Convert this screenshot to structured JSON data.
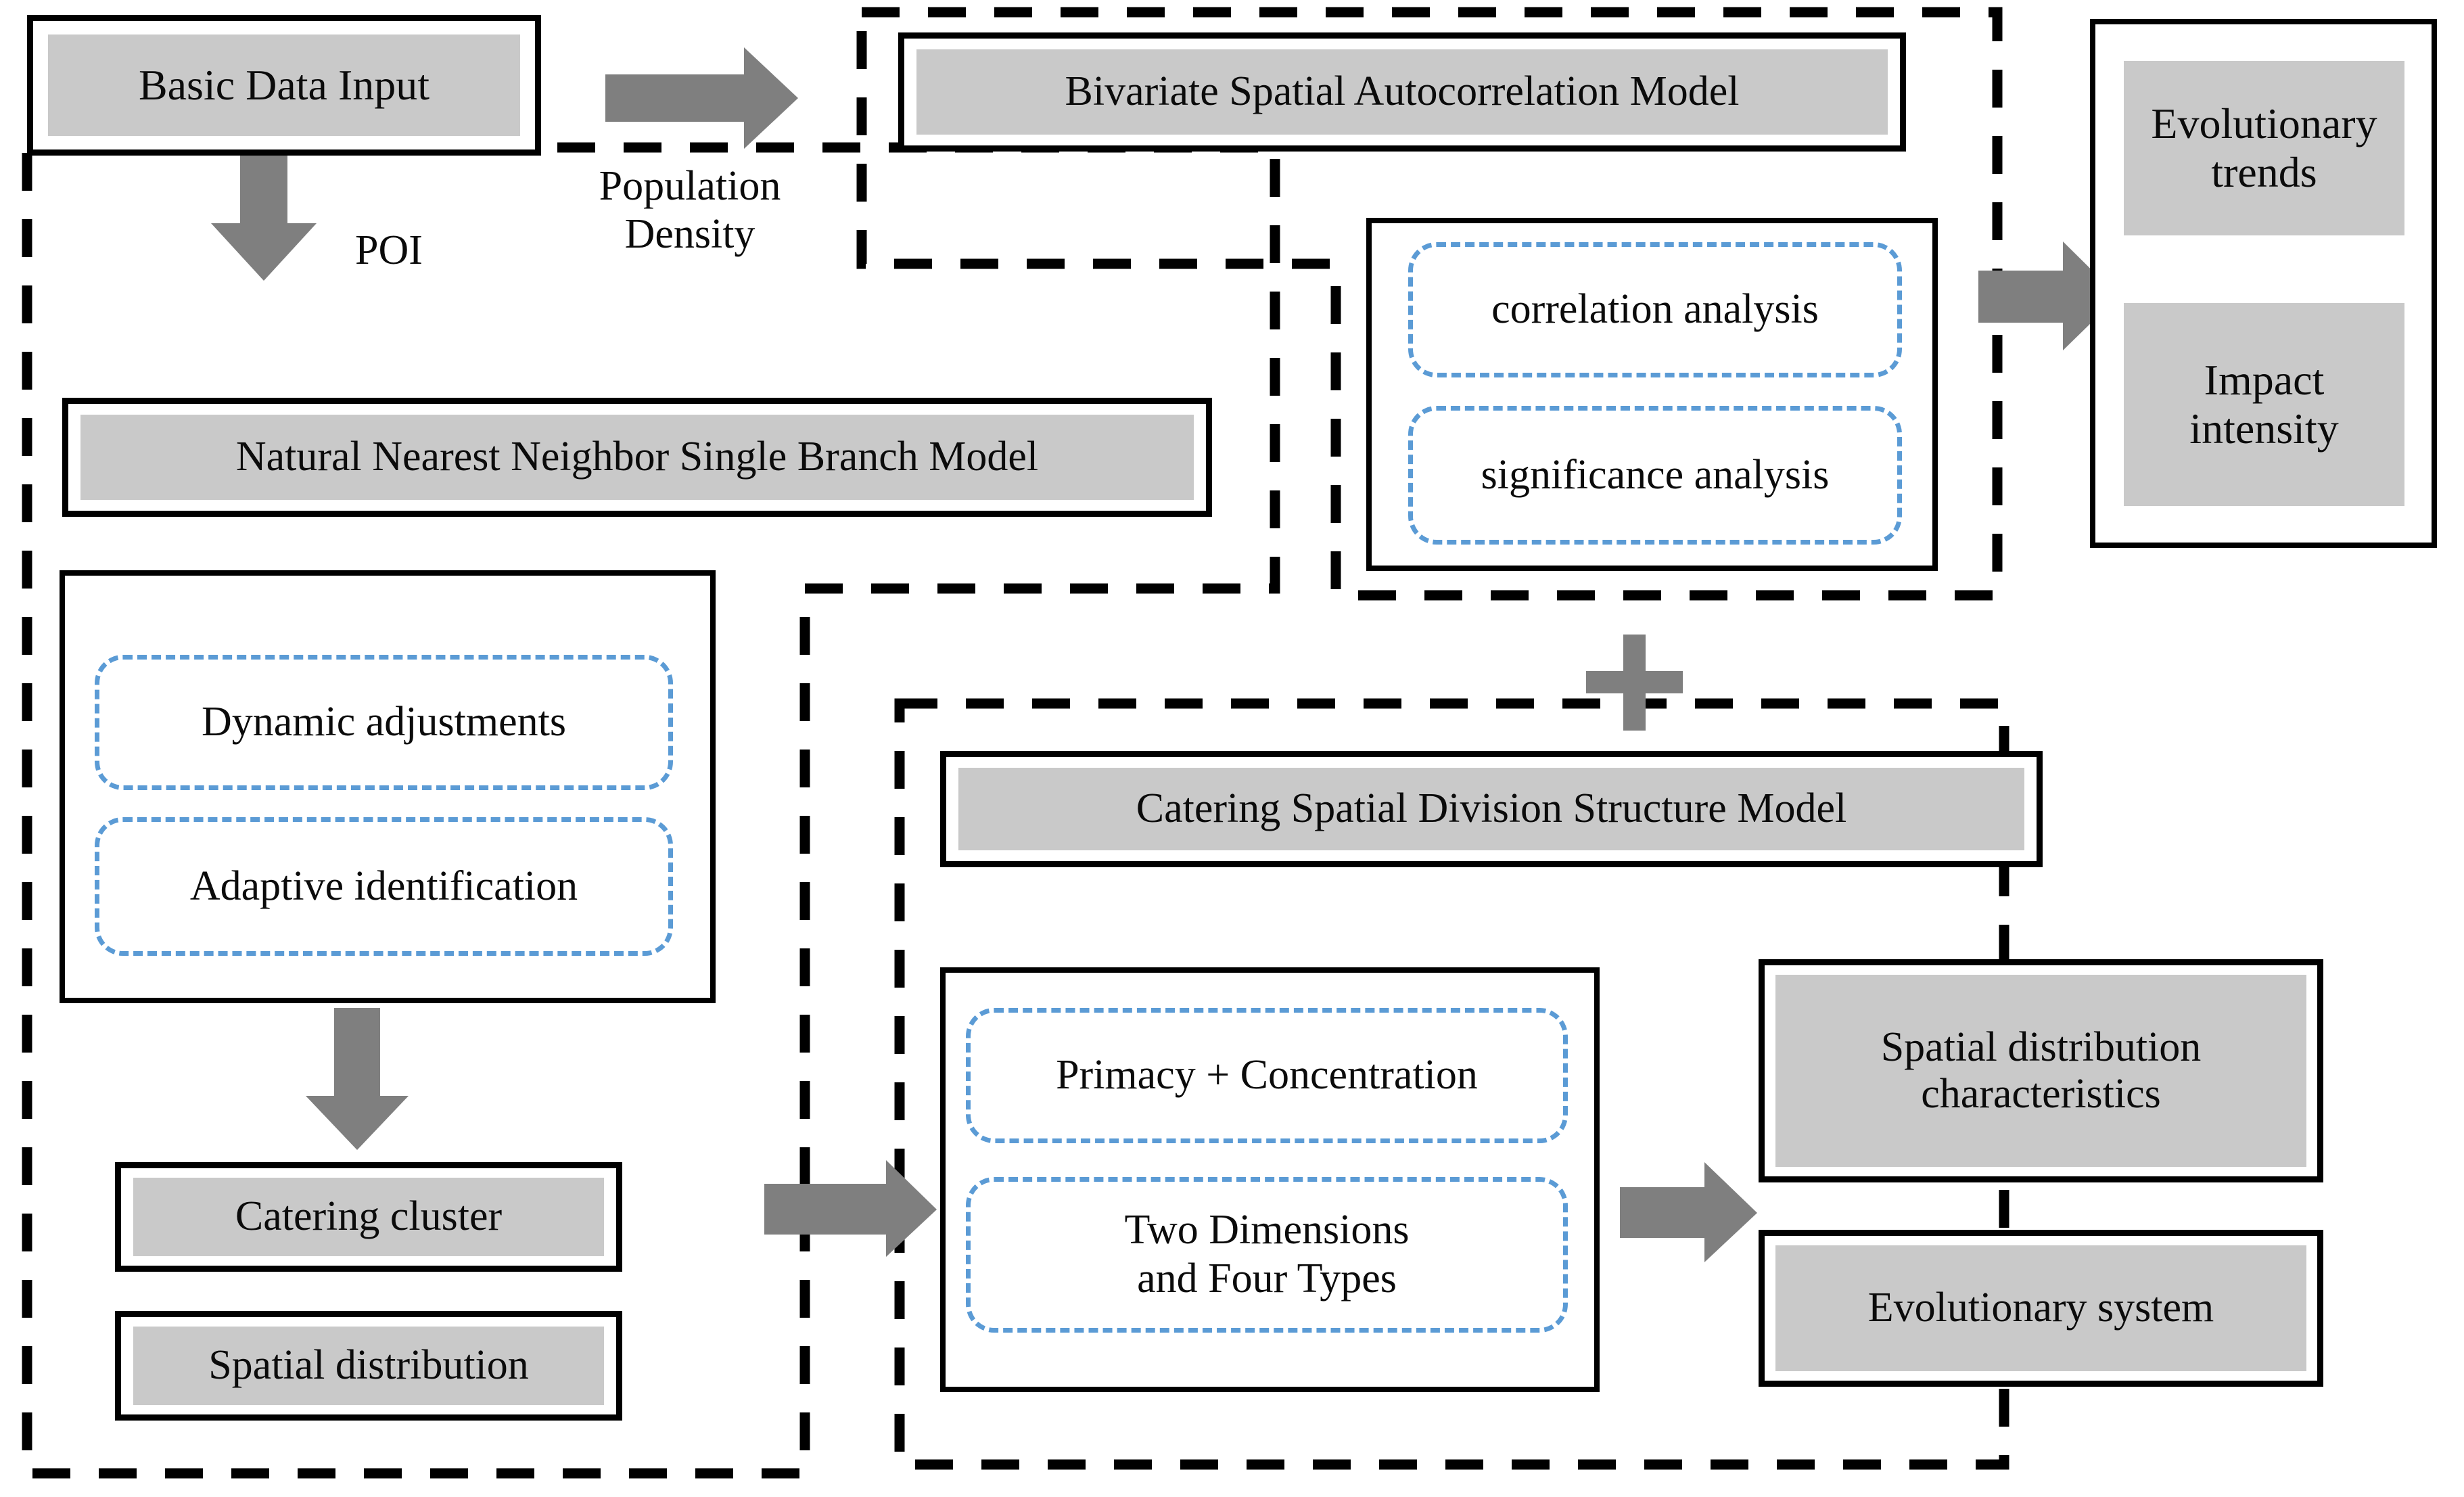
{
  "diagram": {
    "title": "Catering spatial analysis research framework flowchart",
    "colors": {
      "plate_fill": "#c9c9c9",
      "solid_border": "#000000",
      "blue_dashed": "#5b9bd5",
      "arrow_gray": "#7f7f7f",
      "background": "#ffffff"
    },
    "nodes": {
      "basic_data_input": "Basic Data Input",
      "bivariate_model": "Bivariate Spatial Autocorrelation Model",
      "correlation_analysis": "correlation analysis",
      "significance_analysis": "significance analysis",
      "evolutionary_trends": "Evolutionary\ntrends",
      "impact_intensity": "Impact\nintensity",
      "nnn_model": "Natural Nearest Neighbor Single Branch Model",
      "dynamic_adjustments": "Dynamic adjustments",
      "adaptive_identification": "Adaptive identification",
      "catering_cluster": "Catering cluster",
      "spatial_distribution": "Spatial distribution",
      "catering_division_model": "Catering Spatial Division Structure Model",
      "primacy_concentration": "Primacy + Concentration",
      "two_dimensions_four_types": "Two Dimensions\nand Four Types",
      "spatial_distribution_characteristics": "Spatial distribution\ncharacteristics",
      "evolutionary_system": "Evolutionary system"
    },
    "edge_labels": {
      "poi": "POI",
      "population_density": "Population\nDensity",
      "plus": "+"
    },
    "arrows": [
      {
        "name": "arrow-basic-to-bivariate",
        "direction": "right"
      },
      {
        "name": "arrow-basic-to-nnn",
        "direction": "down"
      },
      {
        "name": "arrow-analysis-to-results",
        "direction": "right"
      },
      {
        "name": "arrow-nnn-to-cluster",
        "direction": "down"
      },
      {
        "name": "arrow-cluster-to-division",
        "direction": "right"
      },
      {
        "name": "arrow-division-to-characteristics",
        "direction": "right"
      }
    ],
    "dashed_groups": [
      {
        "name": "bivariate-autocorrelation-group"
      },
      {
        "name": "natural-nearest-neighbor-group"
      },
      {
        "name": "catering-division-group"
      }
    ]
  }
}
